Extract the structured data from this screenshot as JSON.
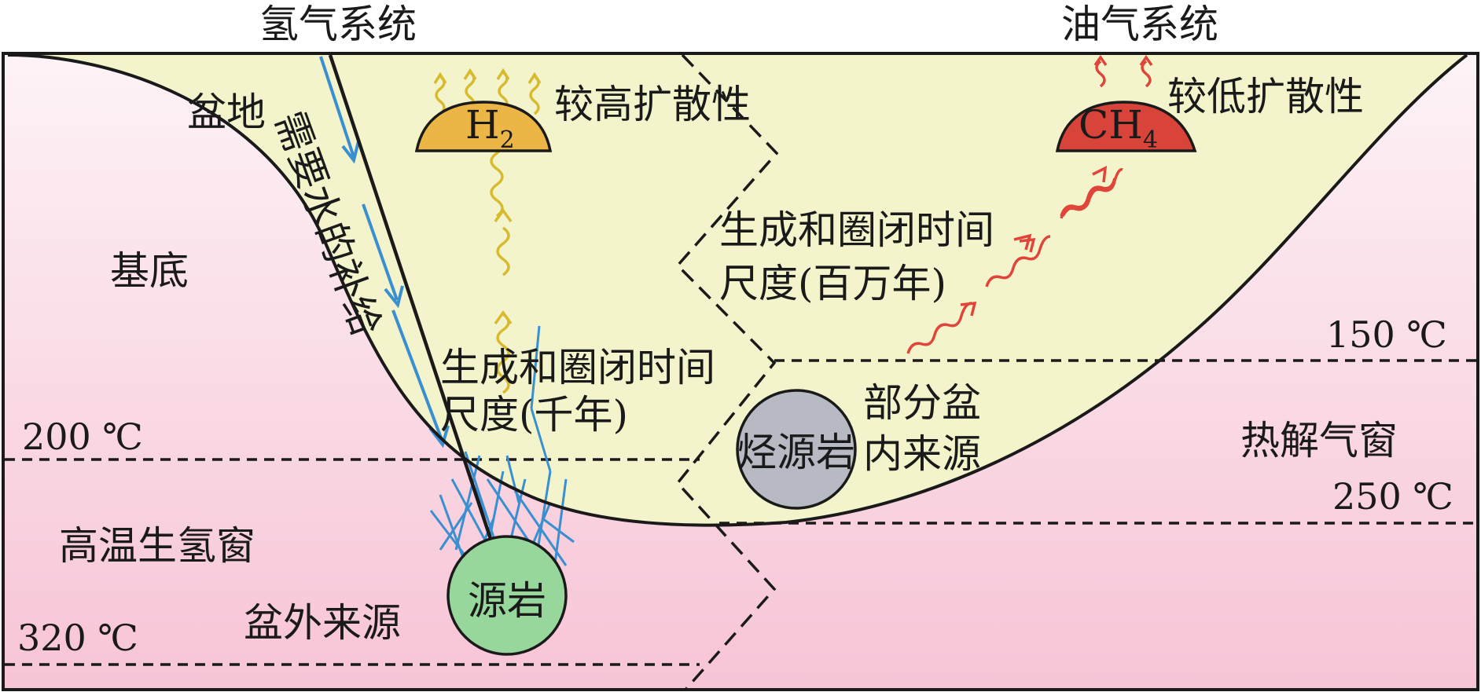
{
  "titles": {
    "hydrogen_system": "氢气系统",
    "oil_gas_system": "油气系统"
  },
  "labels": {
    "basin": "盆地",
    "basement": "基底",
    "water_supply": "需要水的补给",
    "high_diffusivity": "较高扩散性",
    "low_diffusivity": "较低扩散性",
    "gen_time_ka_line1": "生成和圈闭时间",
    "gen_time_ka_line2": "尺度(千年)",
    "gen_time_ma_line1": "生成和圈闭时间",
    "gen_time_ma_line2": "尺度(百万年)",
    "partial_source_line1": "部分盆",
    "partial_source_line2": "内来源",
    "pyrolysis_window": "热解气窗",
    "high_temp_h2_window": "高温生氢窗",
    "external_source": "盆外来源"
  },
  "source_rocks": {
    "h2_source": "源岩",
    "hc_source": "烃源岩"
  },
  "gas_caps": {
    "h2": {
      "symbol": "H",
      "subscript": "2"
    },
    "ch4": {
      "symbol": "CH",
      "subscript": "4"
    }
  },
  "temperatures": {
    "t150": "150 ℃",
    "t200": "200 ℃",
    "t250": "250 ℃",
    "t320": "320 ℃"
  },
  "colors": {
    "basin_fill": "#f4f4cc",
    "basement_top": "#fdf3f6",
    "basement_bottom": "#f7c4d6",
    "h2_cap": "#ecb646",
    "ch4_cap": "#d9443a",
    "h2_source_rock": "#98d79c",
    "hc_source_rock": "#b7b9c3",
    "water_arrow": "#3a8fd1",
    "h2_wave": "#d8ba2e",
    "ch4_wave": "#e0453a"
  }
}
